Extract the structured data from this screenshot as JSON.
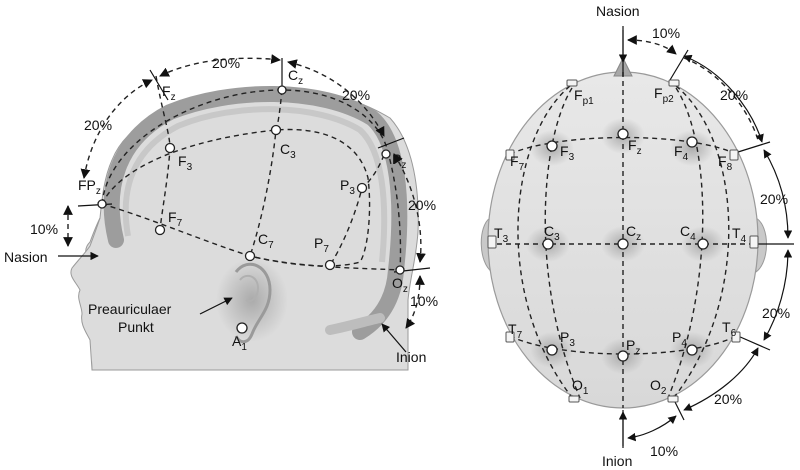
{
  "side_view": {
    "nasion": "Nasion",
    "inion": "Inion",
    "preauricular_line1": "Preauriculaer",
    "preauricular_line2": "Punkt",
    "percent_10": "10%",
    "percent_20": "20%",
    "electrodes": {
      "fpz": {
        "base": "FP",
        "sub": "z"
      },
      "fz": {
        "base": "F",
        "sub": "z"
      },
      "cz": {
        "base": "C",
        "sub": "z"
      },
      "pz": {
        "base": "P",
        "sub": "z"
      },
      "oz": {
        "base": "O",
        "sub": "z"
      },
      "f3": {
        "base": "F",
        "sub": "3"
      },
      "c3": {
        "base": "C",
        "sub": "3"
      },
      "p3": {
        "base": "P",
        "sub": "3"
      },
      "f7": {
        "base": "F",
        "sub": "7"
      },
      "c7": {
        "base": "C",
        "sub": "7"
      },
      "p7": {
        "base": "P",
        "sub": "7"
      },
      "a1": {
        "base": "A",
        "sub": "1"
      }
    }
  },
  "top_view": {
    "nasion": "Nasion",
    "inion": "Inion",
    "percent_10": "10%",
    "percent_20": "20%",
    "electrodes": {
      "fp1": {
        "base": "F",
        "sub": "p1"
      },
      "fp2": {
        "base": "F",
        "sub": "p2"
      },
      "f7": {
        "base": "F",
        "sub": "7"
      },
      "f3": {
        "base": "F",
        "sub": "3"
      },
      "fz": {
        "base": "F",
        "sub": "z"
      },
      "f4": {
        "base": "F",
        "sub": "4"
      },
      "f8": {
        "base": "F",
        "sub": "8"
      },
      "t3": {
        "base": "T",
        "sub": "3"
      },
      "c3": {
        "base": "C",
        "sub": "3"
      },
      "cz": {
        "base": "C",
        "sub": "z"
      },
      "c4": {
        "base": "C",
        "sub": "4"
      },
      "t4": {
        "base": "T",
        "sub": "4"
      },
      "t5": {
        "base": "T",
        "sub": "7"
      },
      "p3": {
        "base": "P",
        "sub": "3"
      },
      "pz": {
        "base": "P",
        "sub": "z"
      },
      "p4": {
        "base": "P",
        "sub": "4"
      },
      "t6": {
        "base": "T",
        "sub": "6"
      },
      "o1": {
        "base": "O",
        "sub": "1"
      },
      "o2": {
        "base": "O",
        "sub": "2"
      }
    }
  }
}
